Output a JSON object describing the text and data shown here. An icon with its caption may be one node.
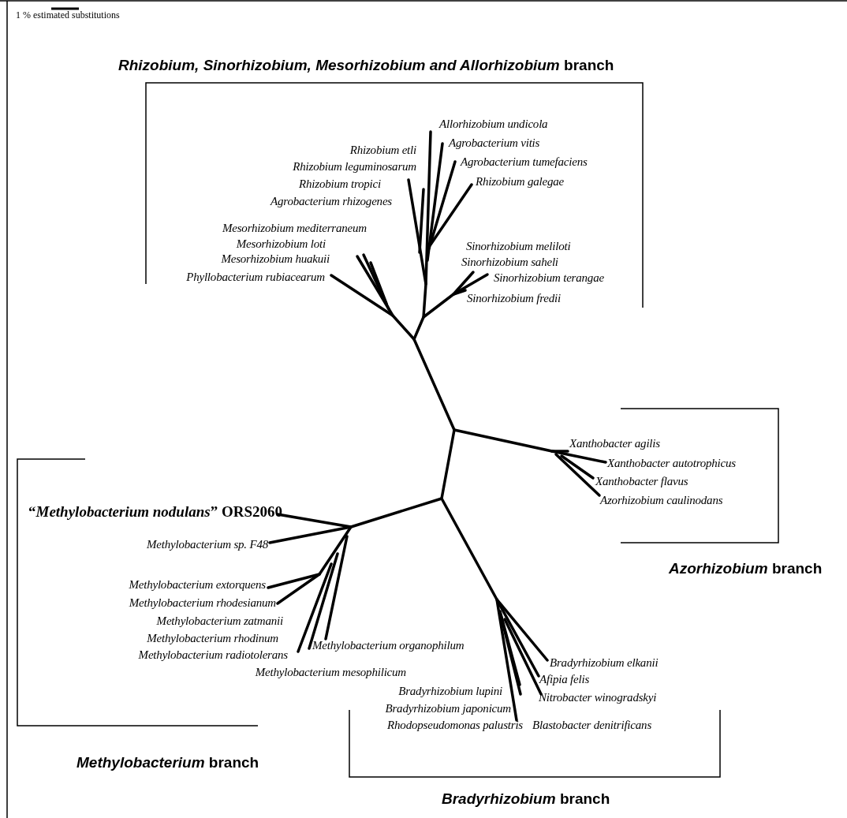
{
  "diagram": {
    "labels": [
      "1 % estimated substitutions",
      "*Rhizobium, Sinorhizobium, Mesorhizobium and Allorhizobium* branch",
      "Allorhizobium undicola",
      "Agrobacterium vitis",
      "Rhizobium etli",
      "Agrobacterium tumefaciens",
      "Rhizobium leguminosarum",
      "Rhizobium tropici",
      "Rhizobium galegae",
      "Agrobacterium rhizogenes",
      "Mesorhizobium mediterraneum",
      "Mesorhizobium loti",
      "Sinorhizobium meliloti",
      "Mesorhizobium huakuii",
      "Sinorhizobium saheli",
      "Phyllobacterium rubiacearum",
      "Sinorhizobium terangae",
      "Sinorhizobium fredii",
      "Xanthobacter agilis",
      "Xanthobacter autotrophicus",
      "Xanthobacter flavus",
      "Azorhizobium caulinodans",
      "“*Methylobacterium nodulans*” ORS2060",
      "Methylobacterium sp. F48",
      "*Azorhizobium* branch",
      "Methylobacterium extorquens",
      "Methylobacterium rhodesianum",
      "Methylobacterium zatmanii",
      "Methylobacterium rhodinum",
      "Methylobacterium organophilum",
      "Methylobacterium radiotolerans",
      "Bradyrhizobium elkanii",
      "Methylobacterium mesophilicum",
      "Afipia felis",
      "Bradyrhizobium lupini",
      "Nitrobacter winogradskyi",
      "Bradyrhizobium japonicum",
      "Rhodopseudomonas palustris",
      "Blastobacter denitrificans",
      "*Methylobacterium* branch",
      "*Bradyrhizobium* branch"
    ]
  }
}
